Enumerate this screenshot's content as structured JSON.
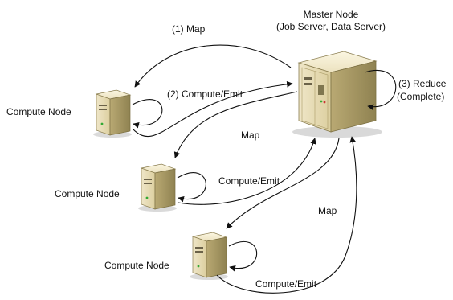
{
  "master": {
    "title": "Master Node",
    "subtitle": "(Job Server, Data Server)"
  },
  "compute_label": "Compute Node",
  "steps": {
    "map": "(1) Map",
    "compute": "(2) Compute/Emit",
    "reduce": "(3) Reduce",
    "reduce_sub": "(Complete)"
  },
  "edge_labels": {
    "map": "Map",
    "compute_emit": "Compute/Emit"
  }
}
